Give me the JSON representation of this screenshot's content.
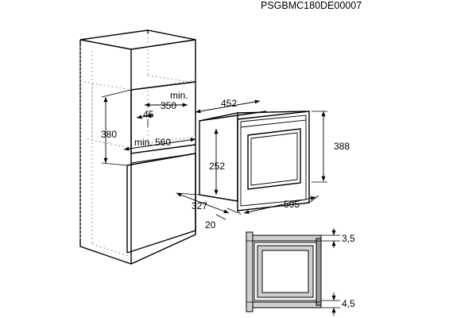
{
  "drawing_code": "PSGBMC180DE00007",
  "cabinet_dimensions": {
    "min_label": "min.",
    "min_width_value": "350",
    "depth_45": "45",
    "height_380": "380",
    "min_depth_label": "min. 560"
  },
  "appliance_dimensions": {
    "depth_452": "452",
    "height_388": "388",
    "inner_height_252": "252",
    "width_595": "595",
    "offset_327": "327",
    "offset_20": "20"
  },
  "detail_dimensions": {
    "top_gap": "3,5",
    "bottom_gap": "4,5"
  },
  "colors": {
    "line": "#000000",
    "hidden_line": "#9a9a9a",
    "shade": "#cfcfcf"
  }
}
